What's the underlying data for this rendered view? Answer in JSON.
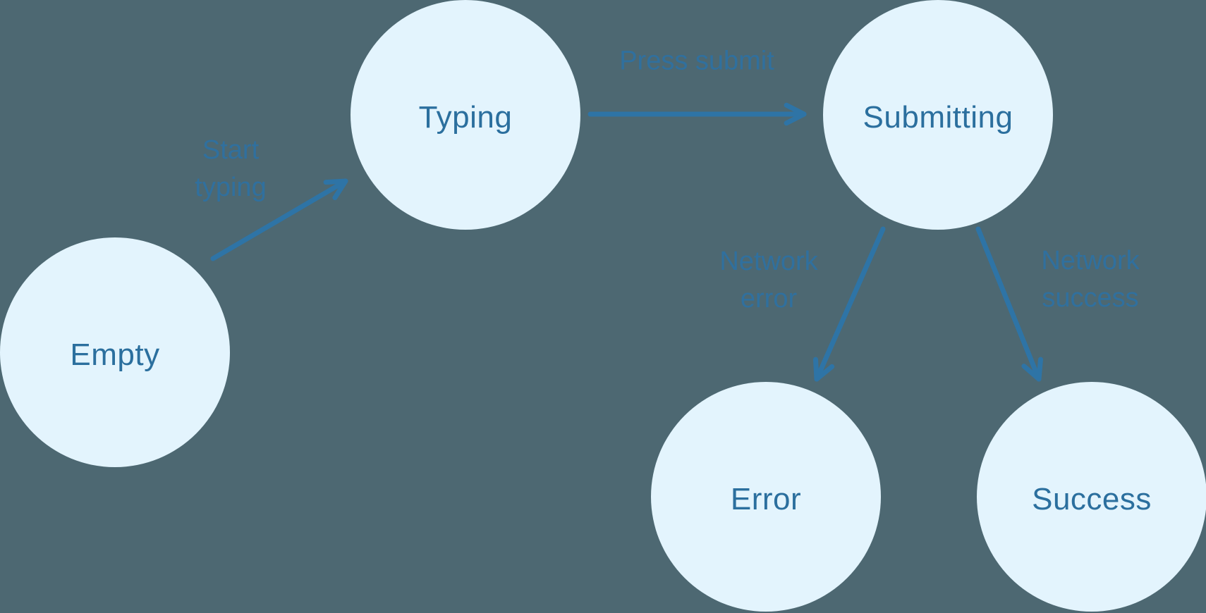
{
  "colors": {
    "bg": "#4d6872",
    "node-fill": "#e3f4fd",
    "node-text": "#2b6f9e",
    "edge-line": "#2e74a6",
    "edge-label": "#30709e"
  },
  "diagram": {
    "type": "state-machine",
    "nodes": [
      {
        "id": "empty",
        "label": "Empty"
      },
      {
        "id": "typing",
        "label": "Typing"
      },
      {
        "id": "submitting",
        "label": "Submitting"
      },
      {
        "id": "error",
        "label": "Error"
      },
      {
        "id": "success",
        "label": "Success"
      }
    ],
    "edges": [
      {
        "from": "Empty",
        "to": "Typing",
        "label": "Start typing",
        "label_lines": [
          "Start",
          "typing"
        ]
      },
      {
        "from": "Typing",
        "to": "Submitting",
        "label": "Press submit",
        "label_lines": [
          "Press submit"
        ]
      },
      {
        "from": "Submitting",
        "to": "Error",
        "label": "Network error",
        "label_lines": [
          "Network",
          "error"
        ]
      },
      {
        "from": "Submitting",
        "to": "Success",
        "label": "Network success",
        "label_lines": [
          "Network",
          "success"
        ]
      }
    ]
  }
}
